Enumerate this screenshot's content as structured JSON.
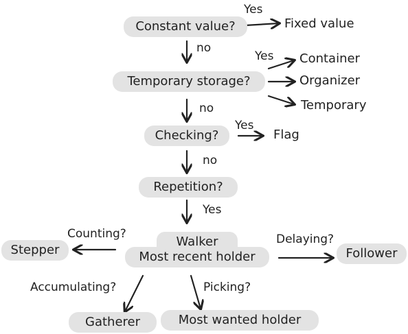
{
  "nodes": {
    "constant_value": "Constant value?",
    "fixed_value": "Fixed value",
    "temporary_storage": "Temporary storage?",
    "container": "Container",
    "organizer": "Organizer",
    "temporary": "Temporary",
    "checking": "Checking?",
    "flag": "Flag",
    "repetition": "Repetition?",
    "walker": "Walker",
    "most_recent_holder": "Most recent holder",
    "stepper": "Stepper",
    "follower": "Follower",
    "gatherer": "Gatherer",
    "most_wanted_holder": "Most wanted holder"
  },
  "edge_labels": {
    "constant_yes": "Yes",
    "constant_no": "no",
    "temporary_yes": "Yes",
    "temporary_no": "no",
    "checking_yes": "Yes",
    "checking_no": "no",
    "repetition_yes": "Yes",
    "counting": "Counting?",
    "delaying": "Delaying?",
    "accumulating": "Accumulating?",
    "picking": "Picking?"
  },
  "colors": {
    "node_fill": "#e3e3e3",
    "stroke": "#222222",
    "background": "#ffffff"
  }
}
